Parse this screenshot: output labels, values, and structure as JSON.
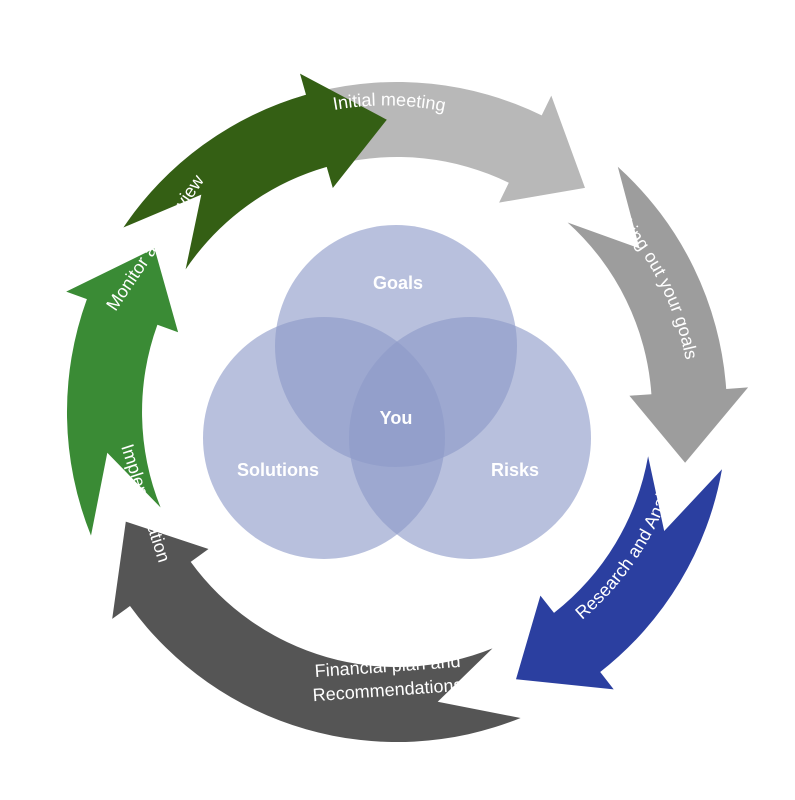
{
  "cycle": {
    "initial_meeting": {
      "label": "Initial meeting",
      "color": "#b8b8b8"
    },
    "working_out_goals": {
      "label": "Working out your goals",
      "color": "#9d9d9d"
    },
    "research_analysis": {
      "label": "Research and Analysis",
      "color": "#2b3fa0"
    },
    "financial_plan": {
      "label_line1": "Financial plan and",
      "label_line2": "Recommendations",
      "color": "#555555"
    },
    "implementation": {
      "label": "Implementation",
      "color": "#3a8b35"
    },
    "monitor_review": {
      "label": "Monitor and Review",
      "color": "#345f14"
    }
  },
  "venn": {
    "goals": "Goals",
    "solutions": "Solutions",
    "risks": "Risks",
    "center": "You",
    "circle_color": "#8c9ac8"
  }
}
